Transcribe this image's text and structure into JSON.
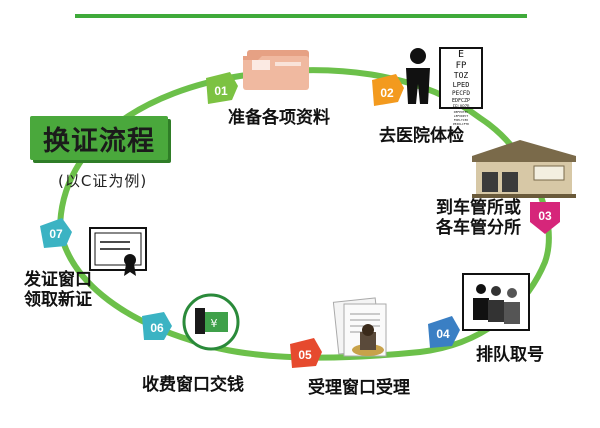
{
  "title": "换证流程",
  "subtitle": "(以C证为例)",
  "colors": {
    "track": "#6cc04a",
    "top_rule": "#3faa3a",
    "title_bg": "#4aa83c",
    "badge_green": "#7cc242",
    "badge_orange": "#f39a1e",
    "badge_magenta": "#d6267a",
    "badge_blue": "#3a7fc4",
    "badge_red": "#e64a2e",
    "badge_teal": "#3bb3c3"
  },
  "eye_chart": [
    "E",
    "FP",
    "TOZ",
    "LPED",
    "PECFD",
    "EDFCZP",
    "FELOPZD",
    "DEFPOTEC",
    "LEFODPCT",
    "FDPLTCEO",
    "PEZOLCFTD"
  ],
  "steps": [
    {
      "num": "01",
      "label": "准备各项资料",
      "icon": "folder-icon",
      "badge_color": "#7cc242"
    },
    {
      "num": "02",
      "label": "去医院体检",
      "icon": "doctor-eye-chart-icon",
      "badge_color": "#f39a1e"
    },
    {
      "num": "03",
      "label_lines": [
        "到车管所或",
        "各车管分所"
      ],
      "icon": "vehicle-office-building-icon",
      "badge_color": "#d6267a"
    },
    {
      "num": "04",
      "label": "排队取号",
      "icon": "queue-people-icon",
      "badge_color": "#3a7fc4"
    },
    {
      "num": "05",
      "label": "受理窗口受理",
      "icon": "documents-stamp-icon",
      "badge_color": "#e64a2e"
    },
    {
      "num": "06",
      "label": "收费窗口交钱",
      "icon": "payment-yen-icon",
      "badge_color": "#3bb3c3"
    },
    {
      "num": "07",
      "label_lines": [
        "发证窗口",
        "领取新证"
      ],
      "icon": "certificate-icon",
      "badge_color": "#3bb3c3"
    }
  ]
}
